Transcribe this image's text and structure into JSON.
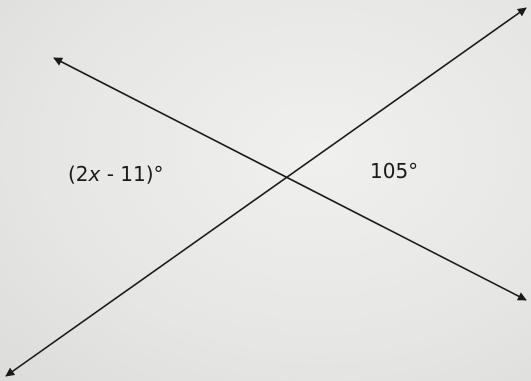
{
  "diagram": {
    "angles": {
      "left": {
        "prefix": "(2",
        "variable": "x",
        "suffix": " - 11)°"
      },
      "right": {
        "text": "105°"
      }
    },
    "colors": {
      "line": "#1a1a1a",
      "background": "#e9e9e7"
    }
  }
}
